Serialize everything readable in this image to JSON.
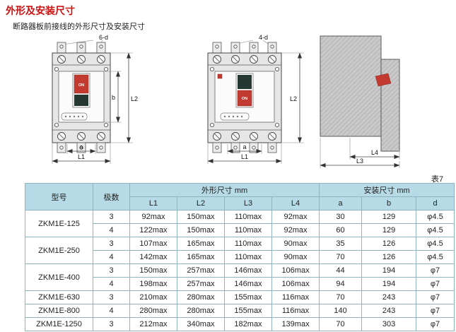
{
  "page": {
    "title": "外形及安装尺寸",
    "subtitle": "断路器板前接线的外形尺寸及安装尺寸",
    "table_tag": "表7"
  },
  "diagram": {
    "front3": {
      "callout": "6-d",
      "dim_b": "b",
      "dim_L2": "L2",
      "dim_a": "a",
      "dim_L1": "L1",
      "switch_on": "ON"
    },
    "front4": {
      "callout": "4-d",
      "dim_L2": "L2",
      "dim_a": "a",
      "dim_L1": "L1",
      "switch_on": "ON"
    },
    "side": {
      "dim_L4": "L4",
      "dim_L3": "L3"
    }
  },
  "table": {
    "col_model": "型号",
    "col_poles": "极数",
    "col_outline": "外形尺寸  mm",
    "col_install": "安装尺寸  mm",
    "sub": [
      "L1",
      "L2",
      "L3",
      "L4",
      "a",
      "b",
      "d"
    ],
    "groups": [
      {
        "model": "ZKM1E-125",
        "rows": [
          {
            "poles": "3",
            "L1": "92max",
            "L2": "150max",
            "L3": "110max",
            "L4": "92max",
            "a": "30",
            "b": "129",
            "d": "φ4.5"
          },
          {
            "poles": "4",
            "L1": "122max",
            "L2": "150max",
            "L3": "110max",
            "L4": "92max",
            "a": "60",
            "b": "129",
            "d": "φ4.5"
          }
        ]
      },
      {
        "model": "ZKM1E-250",
        "rows": [
          {
            "poles": "3",
            "L1": "107max",
            "L2": "165max",
            "L3": "110max",
            "L4": "90max",
            "a": "35",
            "b": "126",
            "d": "φ4.5"
          },
          {
            "poles": "4",
            "L1": "142max",
            "L2": "165max",
            "L3": "110max",
            "L4": "90max",
            "a": "70",
            "b": "126",
            "d": "φ4.5"
          }
        ]
      },
      {
        "model": "ZKM1E-400",
        "rows": [
          {
            "poles": "3",
            "L1": "150max",
            "L2": "257max",
            "L3": "146max",
            "L4": "106max",
            "a": "44",
            "b": "194",
            "d": "φ7"
          },
          {
            "poles": "4",
            "L1": "198max",
            "L2": "257max",
            "L3": "146max",
            "L4": "106max",
            "a": "94",
            "b": "194",
            "d": "φ7"
          }
        ]
      },
      {
        "model": "ZKM1E-630",
        "rows": [
          {
            "poles": "3",
            "L1": "210max",
            "L2": "280max",
            "L3": "155max",
            "L4": "116max",
            "a": "70",
            "b": "243",
            "d": "φ7"
          }
        ]
      },
      {
        "model": "ZKM1E-800",
        "rows": [
          {
            "poles": "4",
            "L1": "280max",
            "L2": "280max",
            "L3": "155max",
            "L4": "116max",
            "a": "140",
            "b": "243",
            "d": "φ7"
          }
        ]
      },
      {
        "model": "ZKM1E-1250",
        "rows": [
          {
            "poles": "3",
            "L1": "212max",
            "L2": "340max",
            "L3": "182max",
            "L4": "139max",
            "a": "70",
            "b": "303",
            "d": "φ7"
          }
        ]
      }
    ]
  }
}
